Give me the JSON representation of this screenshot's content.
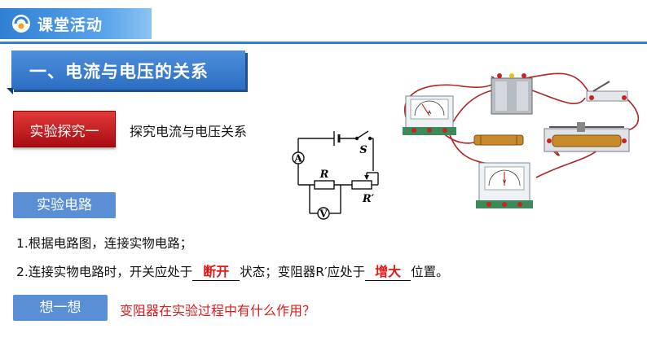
{
  "header": {
    "title": "课堂活动"
  },
  "section": {
    "title": "一、电流与电压的关系"
  },
  "experiment": {
    "label": "实验探究一",
    "topic": "探究电流与电压关系"
  },
  "circuit": {
    "label": "实验电路",
    "symbols": {
      "ammeter": "A",
      "voltmeter": "V",
      "switch": "S",
      "resistor": "R",
      "rheostat": "R′"
    }
  },
  "apparatus_meters": {
    "ammeter": "A",
    "voltmeter": "V"
  },
  "steps": {
    "step1": "1.根据电路图，连接实物电路；",
    "step2_before": "2.连接实物电路时，开关应处于",
    "step2_blank1": "断开",
    "step2_middle": "状态；变阻器R′应处于",
    "step2_blank2": "增大",
    "step2_after": "位置。"
  },
  "think": {
    "label": "想一想",
    "question": "变阻器在实验过程中有什么作用？"
  },
  "colors": {
    "brand_blue": "#2f7fd4",
    "label_red": "#c41a1e",
    "answer_red": "#e01818",
    "wire": "#b22222"
  },
  "icons": [
    "logo-icon"
  ]
}
